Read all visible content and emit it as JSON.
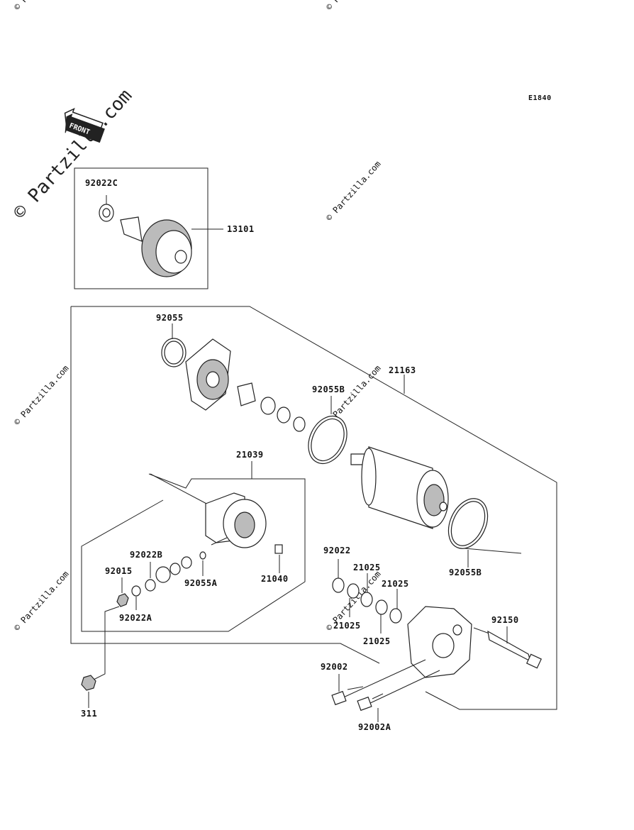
{
  "diagram_code": "E1840",
  "front_arrow": {
    "label": "FRONT"
  },
  "watermark": "© Partzilla.com",
  "parts": {
    "p92022C": "92022C",
    "p13101": "13101",
    "p92055": "92055",
    "p21163": "21163",
    "p92055B_top": "92055B",
    "p21039": "21039",
    "p92022B": "92022B",
    "p92015": "92015",
    "p92055A": "92055A",
    "p21040": "21040",
    "p92022A": "92022A",
    "p92022": "92022",
    "p21025_a": "21025",
    "p21025_b": "21025",
    "p21025_c": "21025",
    "p21025_d": "21025",
    "p92055B_bottom": "92055B",
    "p92150": "92150",
    "p92002": "92002",
    "p92002A": "92002A",
    "p311": "311"
  }
}
